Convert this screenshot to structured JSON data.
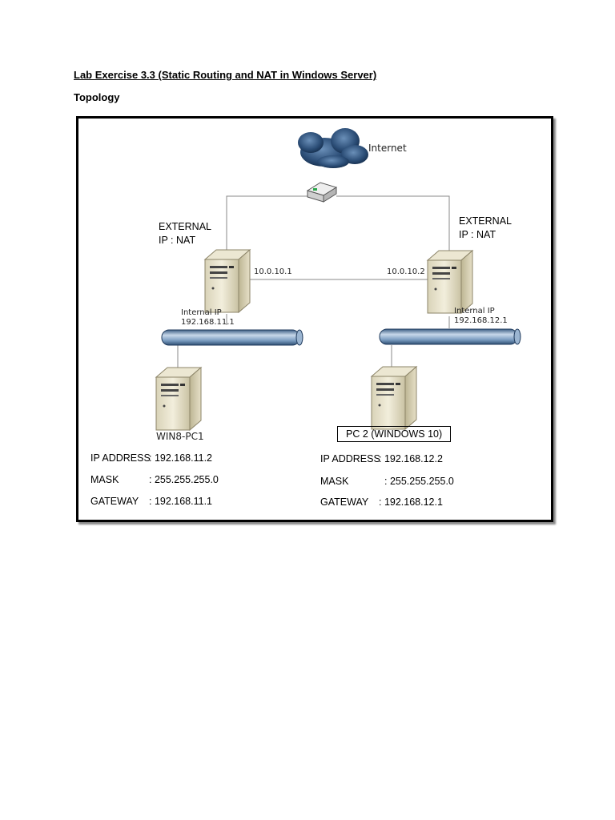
{
  "document": {
    "heading": "Lab Exercise 3.3 (Static Routing and NAT in Windows Server)",
    "subheading": "Topology"
  },
  "diagram": {
    "internet_label": "Internet",
    "left_server": {
      "external_line1": "EXTERNAL",
      "external_line2": "IP : NAT",
      "link_ip": "10.0.10.1",
      "internal_line1": "Internal IP",
      "internal_line2": "192.168.11.1"
    },
    "right_server": {
      "external_line1": "EXTERNAL",
      "external_line2": "IP : NAT",
      "link_ip": "10.0.10.2",
      "internal_line1": "Internal IP",
      "internal_line2": "192.168.12.1"
    },
    "pc1": {
      "name": "WIN8-PC1",
      "rows": [
        {
          "label": "IP ADDRESS",
          "value": ": 192.168.11.2"
        },
        {
          "label": "MASK",
          "value": ": 255.255.255.0"
        },
        {
          "label": "GATEWAY",
          "value": ": 192.168.11.1"
        }
      ]
    },
    "pc2": {
      "name": "PC 2 (WINDOWS 10)",
      "rows": [
        {
          "label": "IP ADDRESS",
          "value": ": 192.168.12.2"
        },
        {
          "label": "MASK",
          "value": ": 255.255.255.0"
        },
        {
          "label": "GATEWAY",
          "value": ": 192.168.12.1"
        }
      ]
    }
  }
}
